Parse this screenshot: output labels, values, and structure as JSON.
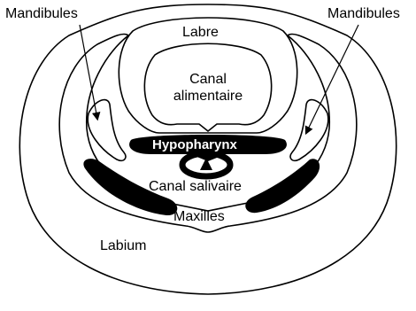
{
  "labels": {
    "mandibules_left": "Mandibules",
    "mandibules_right": "Mandibules",
    "labre": "Labre",
    "canal_alimentaire_line1": "Canal",
    "canal_alimentaire_line2": "alimentaire",
    "hypopharynx": "Hypopharynx",
    "canal_salivaire": "Canal salivaire",
    "maxilles": "Maxilles",
    "labium": "Labium"
  },
  "colors": {
    "stroke": "#000000",
    "fill_dark": "#000000",
    "background": "#ffffff"
  }
}
